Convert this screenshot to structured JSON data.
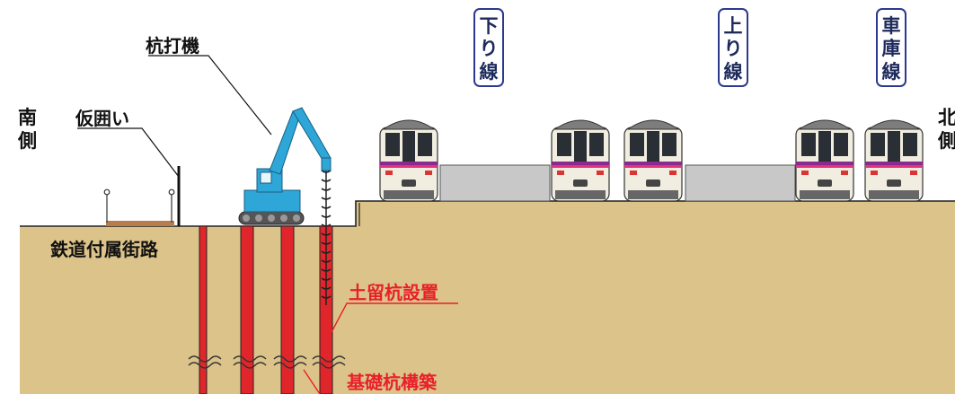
{
  "labels": {
    "south": [
      "南",
      "側"
    ],
    "north": [
      "北",
      "側"
    ],
    "temporary_fence": "仮囲い",
    "pile_driver": "杭打機",
    "railway_street": "鉄道付属街路",
    "retaining_pile": "土留杭設置",
    "foundation_pile": "基礎杭構築"
  },
  "tracks": [
    {
      "chars": [
        "下",
        "り",
        "線"
      ]
    },
    {
      "chars": [
        "上",
        "り",
        "線"
      ]
    },
    {
      "chars": [
        "車",
        "庫",
        "線"
      ]
    }
  ],
  "colors": {
    "ground": "#dcc389",
    "ground_dark": "#c9a86a",
    "pile_red": "#e1262b",
    "machine_blue": "#2ea6d7",
    "accent_red": "#e8202a",
    "track_label_border": "#2b3a8e",
    "train_stripe_purple": "#8a2a8f",
    "train_stripe_pink": "#e3347e",
    "platform_gray": "#c8c8c8"
  },
  "icons": [
    "pile-driver-icon",
    "train-icon",
    "fence-icon",
    "pile-icon"
  ]
}
